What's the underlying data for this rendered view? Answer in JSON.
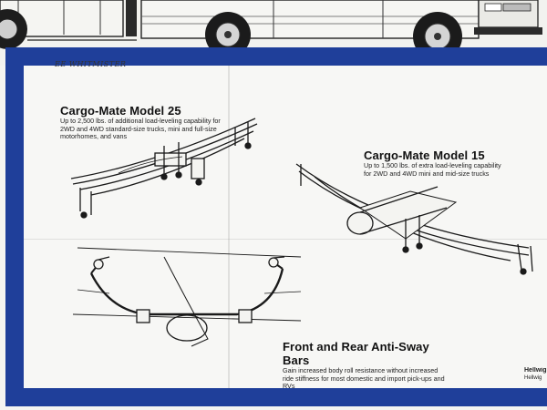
{
  "signature_text": "EE WHITMISTER",
  "products": [
    {
      "id": "model25",
      "title": "Cargo-Mate Model 25",
      "description": "Up to 2,500 lbs. of additional load-leveling capability for 2WD and 4WD standard-size trucks, mini and full-size motorhomes, and vans"
    },
    {
      "id": "model15",
      "title": "Cargo-Mate Model 15",
      "description": "Up to 1,500 lbs. of extra load-leveling capability for 2WD and 4WD mini and mid-size trucks"
    },
    {
      "id": "antisway",
      "title": "Front and Rear Anti-Sway Bars",
      "description": "Gain increased body roll resistance without increased ride stiffness for most domestic and import pick-ups and RVs"
    }
  ],
  "brand": {
    "name": "Hellwig",
    "sub": "Hellwig"
  },
  "colors": {
    "frame_blue": "#1f3f9a",
    "paper": "#f4f4f1",
    "ink": "#1a1a1a"
  }
}
